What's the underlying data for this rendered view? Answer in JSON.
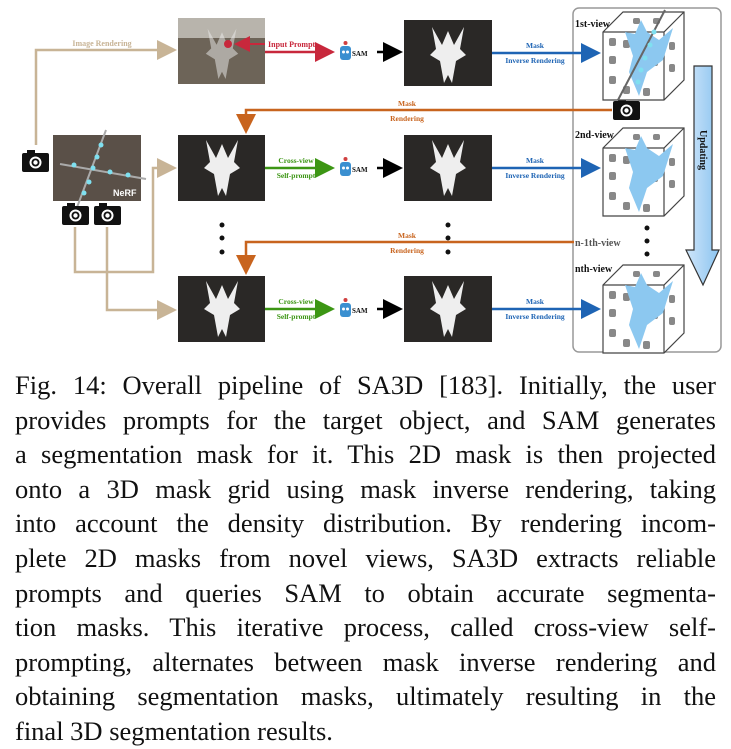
{
  "figure": {
    "labels": {
      "image_rendering": "Image Rendering",
      "input_prompt": "Input Prompt",
      "sam": "SAM",
      "mask": "Mask",
      "inverse_rendering": "Inverse Rendering",
      "rendering": "Rendering",
      "cross_view": "Cross-view",
      "self_prompt": "Self-prompt",
      "nerf": "NeRF",
      "updating": "Updating",
      "view_1": "1st-view",
      "view_2": "2nd-view",
      "view_n_minus_1": "n-1th-view",
      "view_n": "nth-view"
    },
    "colors": {
      "image_rendering": "#c8b496",
      "input_prompt": "#c8283c",
      "mask_inverse": "#1e64b4",
      "mask_rendering": "#c8641e",
      "cross_view": "#3c9614",
      "mask_fill": "#8cc8f0"
    }
  },
  "caption": {
    "lines": [
      "Fig. 14: Overall pipeline of SA3D [183]. Initially, the user",
      "provides prompts for the target object, and SAM generates",
      "a segmentation mask for it. This 2D mask is then projected",
      "onto a 3D mask grid using mask inverse rendering, taking",
      "into account the density distribution. By rendering incom-",
      "plete 2D masks from novel views, SA3D extracts reliable",
      "prompts and queries SAM to obtain accurate segmenta-",
      "tion masks. This iterative process, called cross-view self-",
      "prompting, alternates between mask inverse rendering and",
      "obtaining segmentation masks, ultimately resulting in the",
      "final 3D segmentation results."
    ]
  }
}
